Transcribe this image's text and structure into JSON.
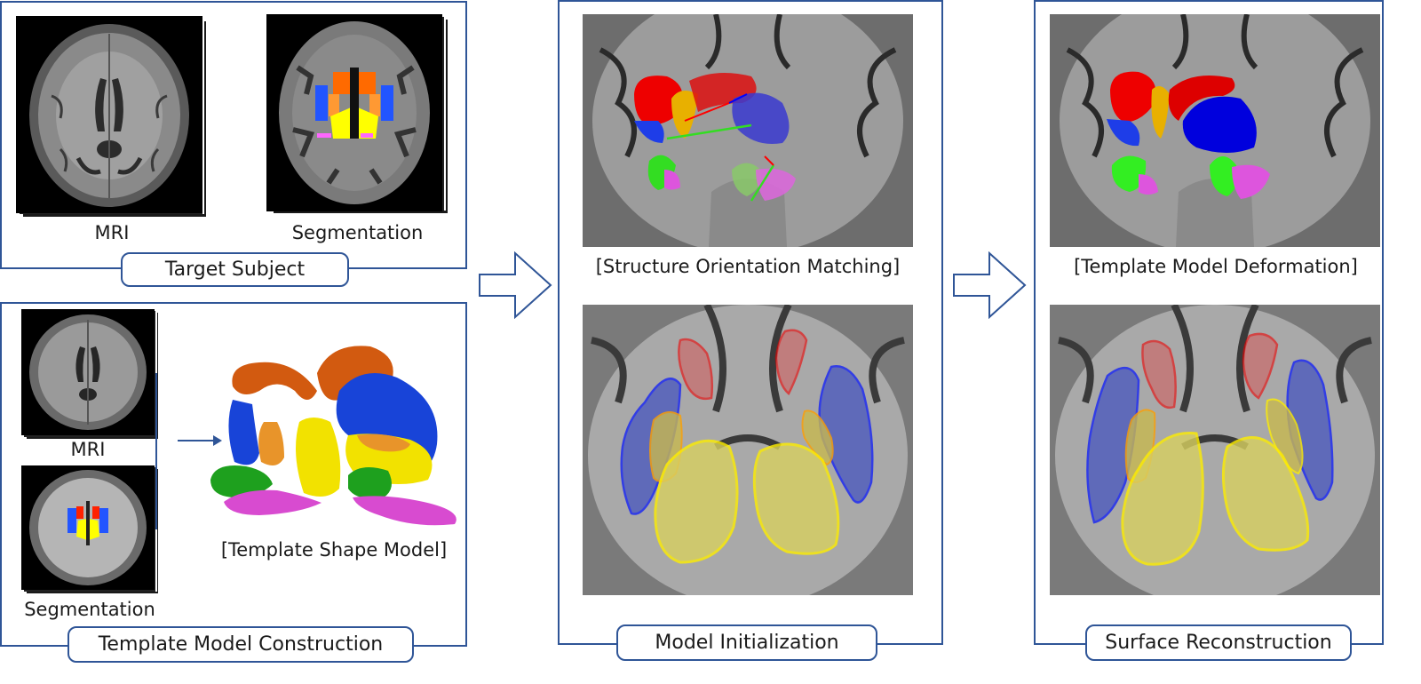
{
  "target_subject": {
    "title": "Target Subject",
    "mri_label": "MRI",
    "seg_label": "Segmentation"
  },
  "template_construction": {
    "title": "Template Model Construction",
    "mri_label": "MRI",
    "seg_label": "Segmentation",
    "shape_model_caption": "[Template Shape Model]"
  },
  "model_init": {
    "title": "Model Initialization",
    "caption": "[Structure Orientation Matching]"
  },
  "surface_recon": {
    "title": "Surface Reconstruction",
    "caption": "[Template Model Deformation]"
  },
  "colors": {
    "border": "#2f5597",
    "caudate": "#ff0000",
    "putamen": "#0020ff",
    "thalamus": "#ffff00",
    "pallidum": "#ff8c00",
    "hippocampus": "#22bb22",
    "amygdala": "#ff66ff",
    "accumbens": "#ff6600"
  }
}
